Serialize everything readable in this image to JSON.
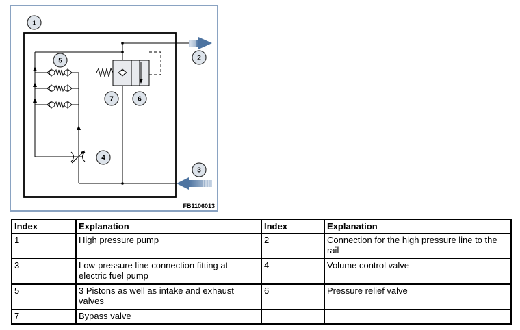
{
  "figure": {
    "code": "FB1106013",
    "callouts": [
      "1",
      "2",
      "3",
      "4",
      "5",
      "6",
      "7"
    ]
  },
  "table": {
    "headers": [
      "Index",
      "Explanation",
      "Index",
      "Explanation"
    ],
    "rows": [
      [
        "1",
        "High pressure pump",
        "2",
        "Connection for the high pressure line to the rail"
      ],
      [
        "3",
        "Low-pressure line connection fitting at electric fuel pump",
        "4",
        "Volume control valve"
      ],
      [
        "5",
        "3 Pistons as well as intake and exhaust valves",
        "6",
        "Pressure relief valve"
      ],
      [
        "7",
        "Bypass valve",
        "",
        ""
      ]
    ]
  },
  "colors": {
    "frame": "#8aa3c2",
    "arrow": "#4e74a1",
    "callout_fill": "#dde3ea",
    "line": "#000000"
  }
}
